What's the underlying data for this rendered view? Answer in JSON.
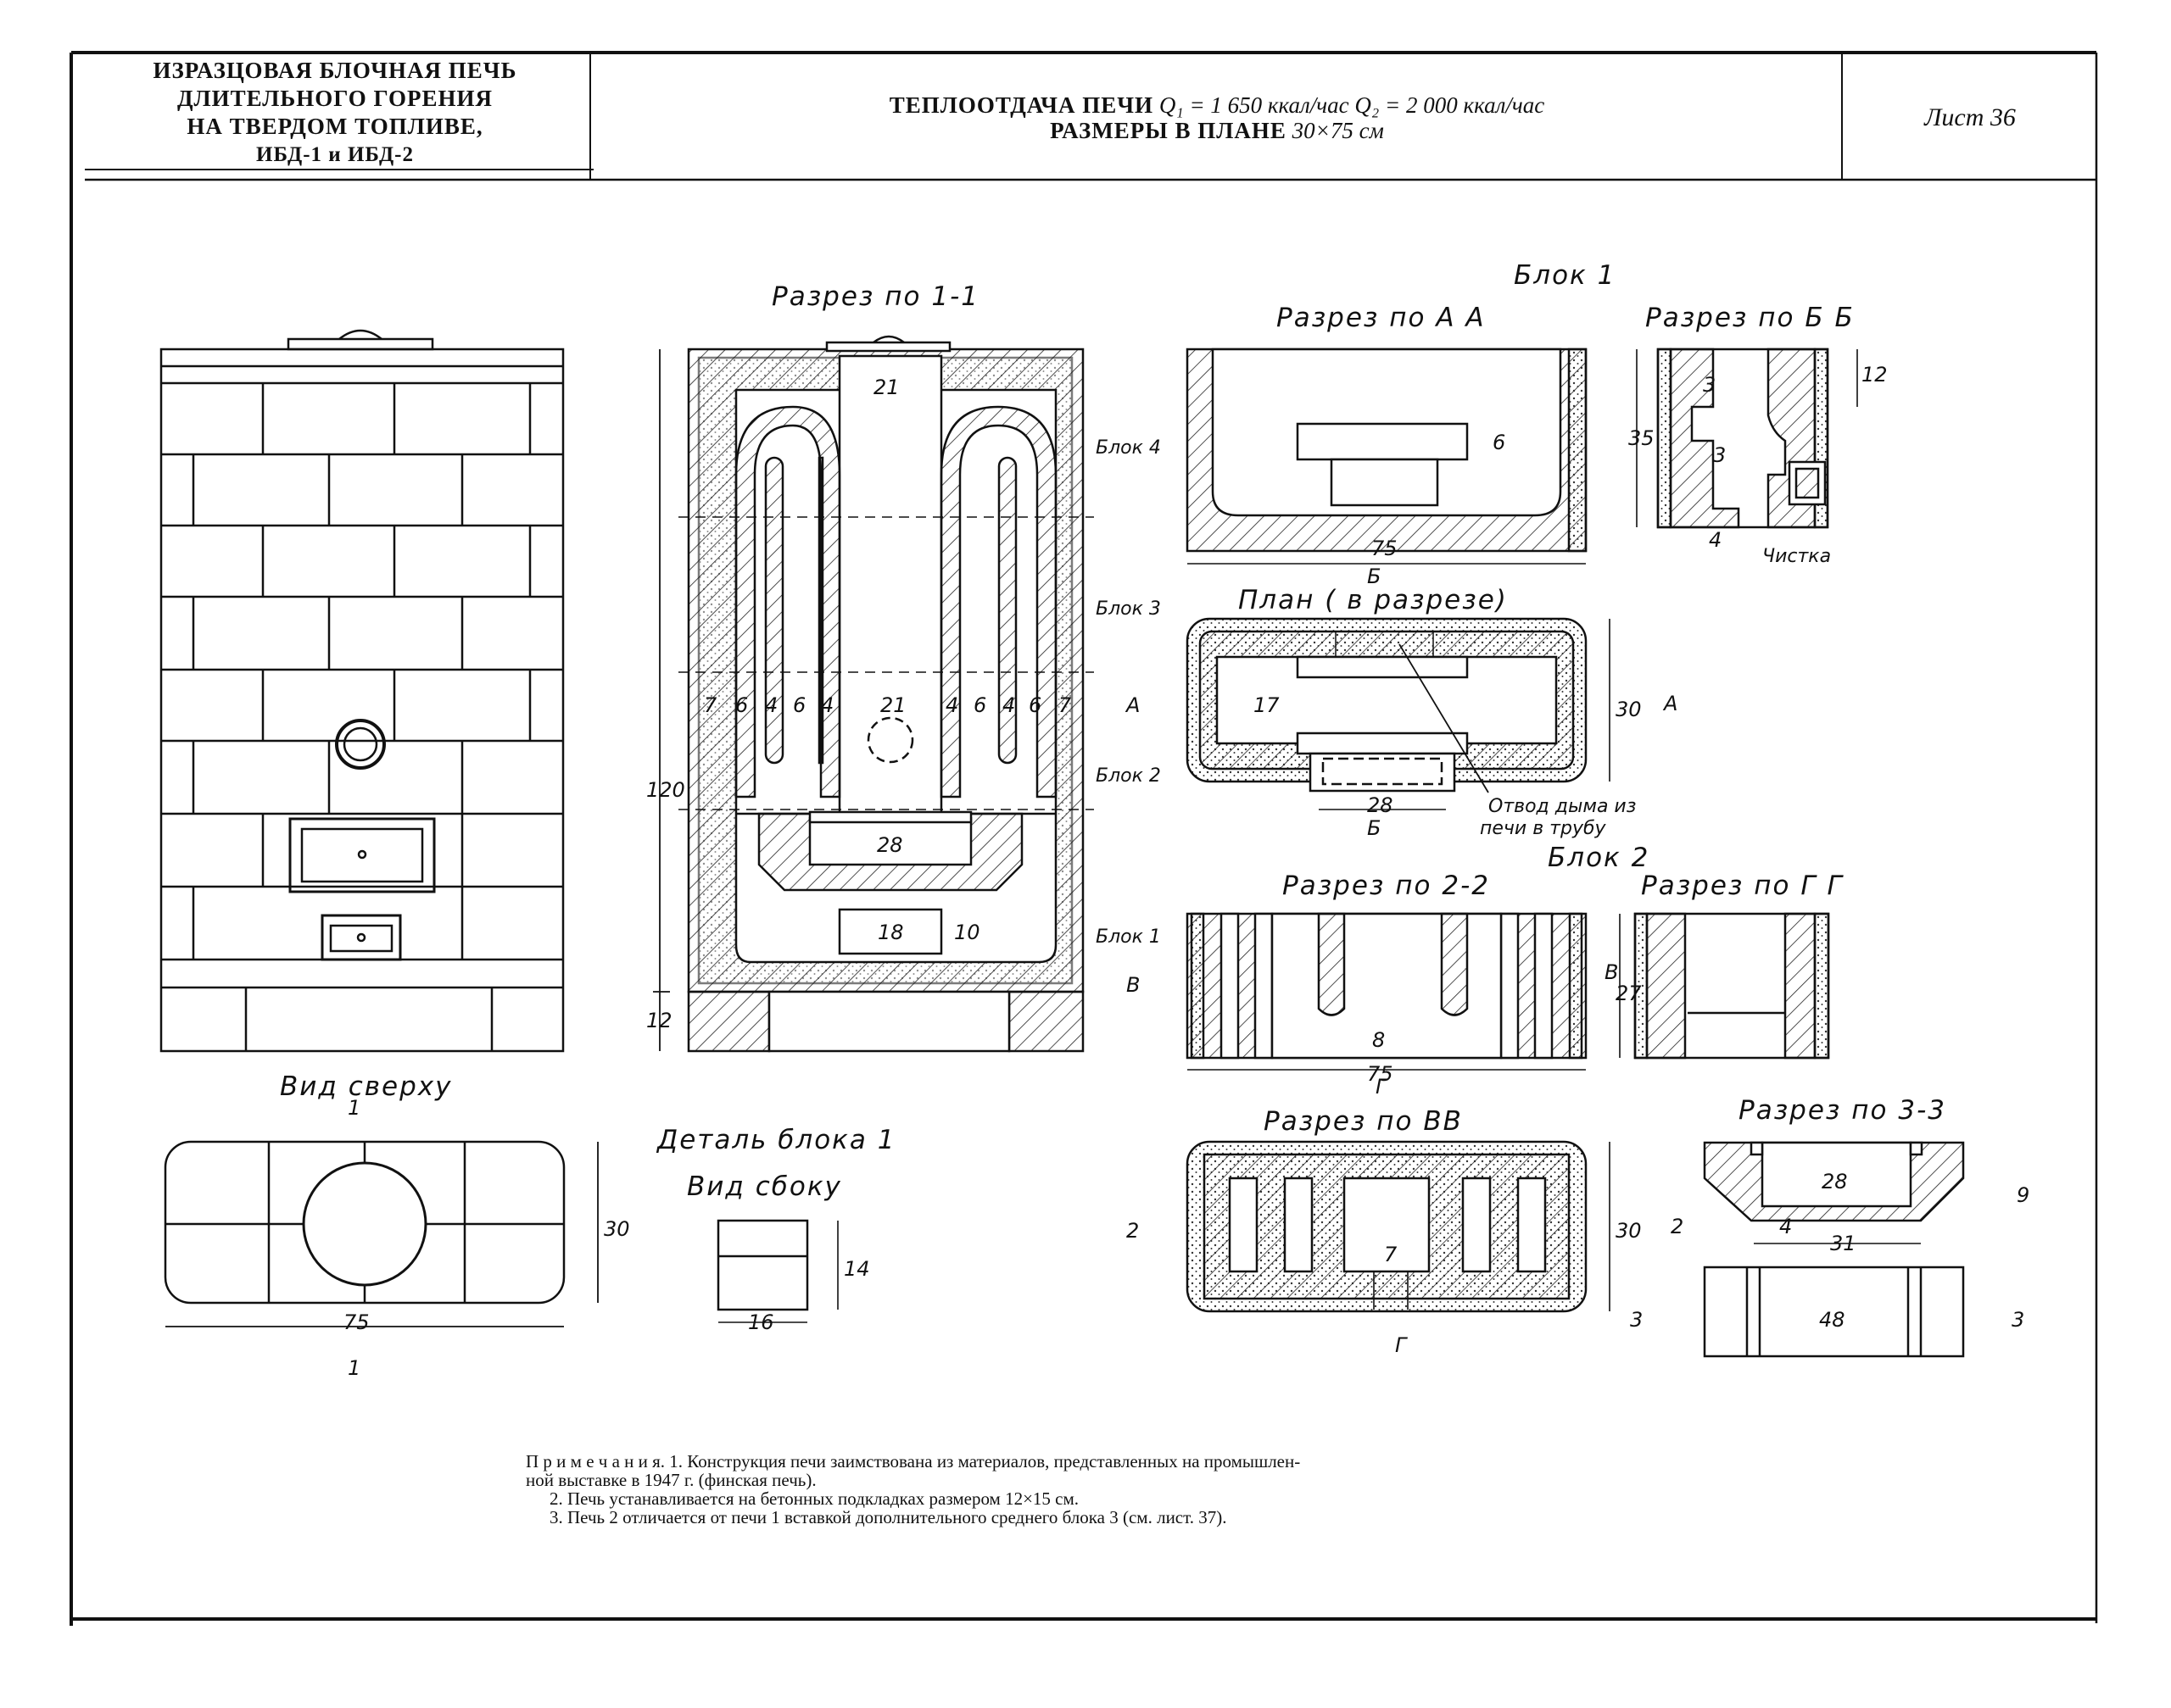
{
  "header": {
    "left_lines": [
      "ИЗРАЗЦОВАЯ БЛОЧНАЯ ПЕЧЬ",
      "ДЛИТЕЛЬНОГО ГОРЕНИЯ",
      "НА ТВЕРДОМ ТОПЛИВЕ,",
      "ИБД-1 и ИБД-2"
    ],
    "center": {
      "line1_bold": "ТЕПЛООТДАЧА ПЕЧИ",
      "line1_q": "Q₁ = 1 650 ккал/час   Q₂ = 2 000 ккал/час",
      "line2_bold": "РАЗМЕРЫ В ПЛАНЕ",
      "line2_size": "30×75 см"
    },
    "sheet": "Лист 36"
  },
  "views": {
    "section_1_1": "Разрез по 1-1",
    "top_view": "Вид сверху",
    "block1_detail": "Деталь блока 1",
    "side_view": "Вид сбоку",
    "block1": "Блок 1",
    "section_aa": "Разрез по А А",
    "section_bb": "Разрез по Б Б",
    "plan": "План ( в разрезе)",
    "block2": "Блок 2",
    "section_2_2": "Разрез по 2-2",
    "section_gg": "Разрез по Г Г",
    "section_vv": "Разрез по ВВ",
    "section_3_3": "Разрез по 3-3"
  },
  "labels": {
    "block4": "Блок 4",
    "block3": "Блок 3",
    "block2": "Блок 2",
    "block1": "Блок 1",
    "cleanout": "Чистка",
    "smoke_outlet_1": "Отвод дыма из",
    "smoke_outlet_2": "печи в трубу"
  },
  "marks": {
    "one": "1",
    "a": "А",
    "b": "Б",
    "v": "В",
    "g": "Г",
    "two": "2",
    "three": "3"
  },
  "dimensions": {
    "d21": "21",
    "d28": "28",
    "d18": "18",
    "d10": "10",
    "d120": "120",
    "d12": "12",
    "d7": "7",
    "d6": "6",
    "d4": "4",
    "d75": "75",
    "d30": "30",
    "d16": "16",
    "d14": "14",
    "d35": "35",
    "d3": "3",
    "d17": "17",
    "d27": "27",
    "d8": "8",
    "d9": "9",
    "d31": "31",
    "d48": "48"
  },
  "notes": [
    "П р и м е ч а н и я. 1. Конструкция печи заимствована из материалов, представленных на промышлен-",
    "ной выставке в 1947 г. (финская печь).",
    "2. Печь устанавливается на бетонных подкладках размером 12×15 см.",
    "3. Печь 2 отличается от печи 1 вставкой дополнительного среднего блока 3 (см. лист. 37)."
  ]
}
